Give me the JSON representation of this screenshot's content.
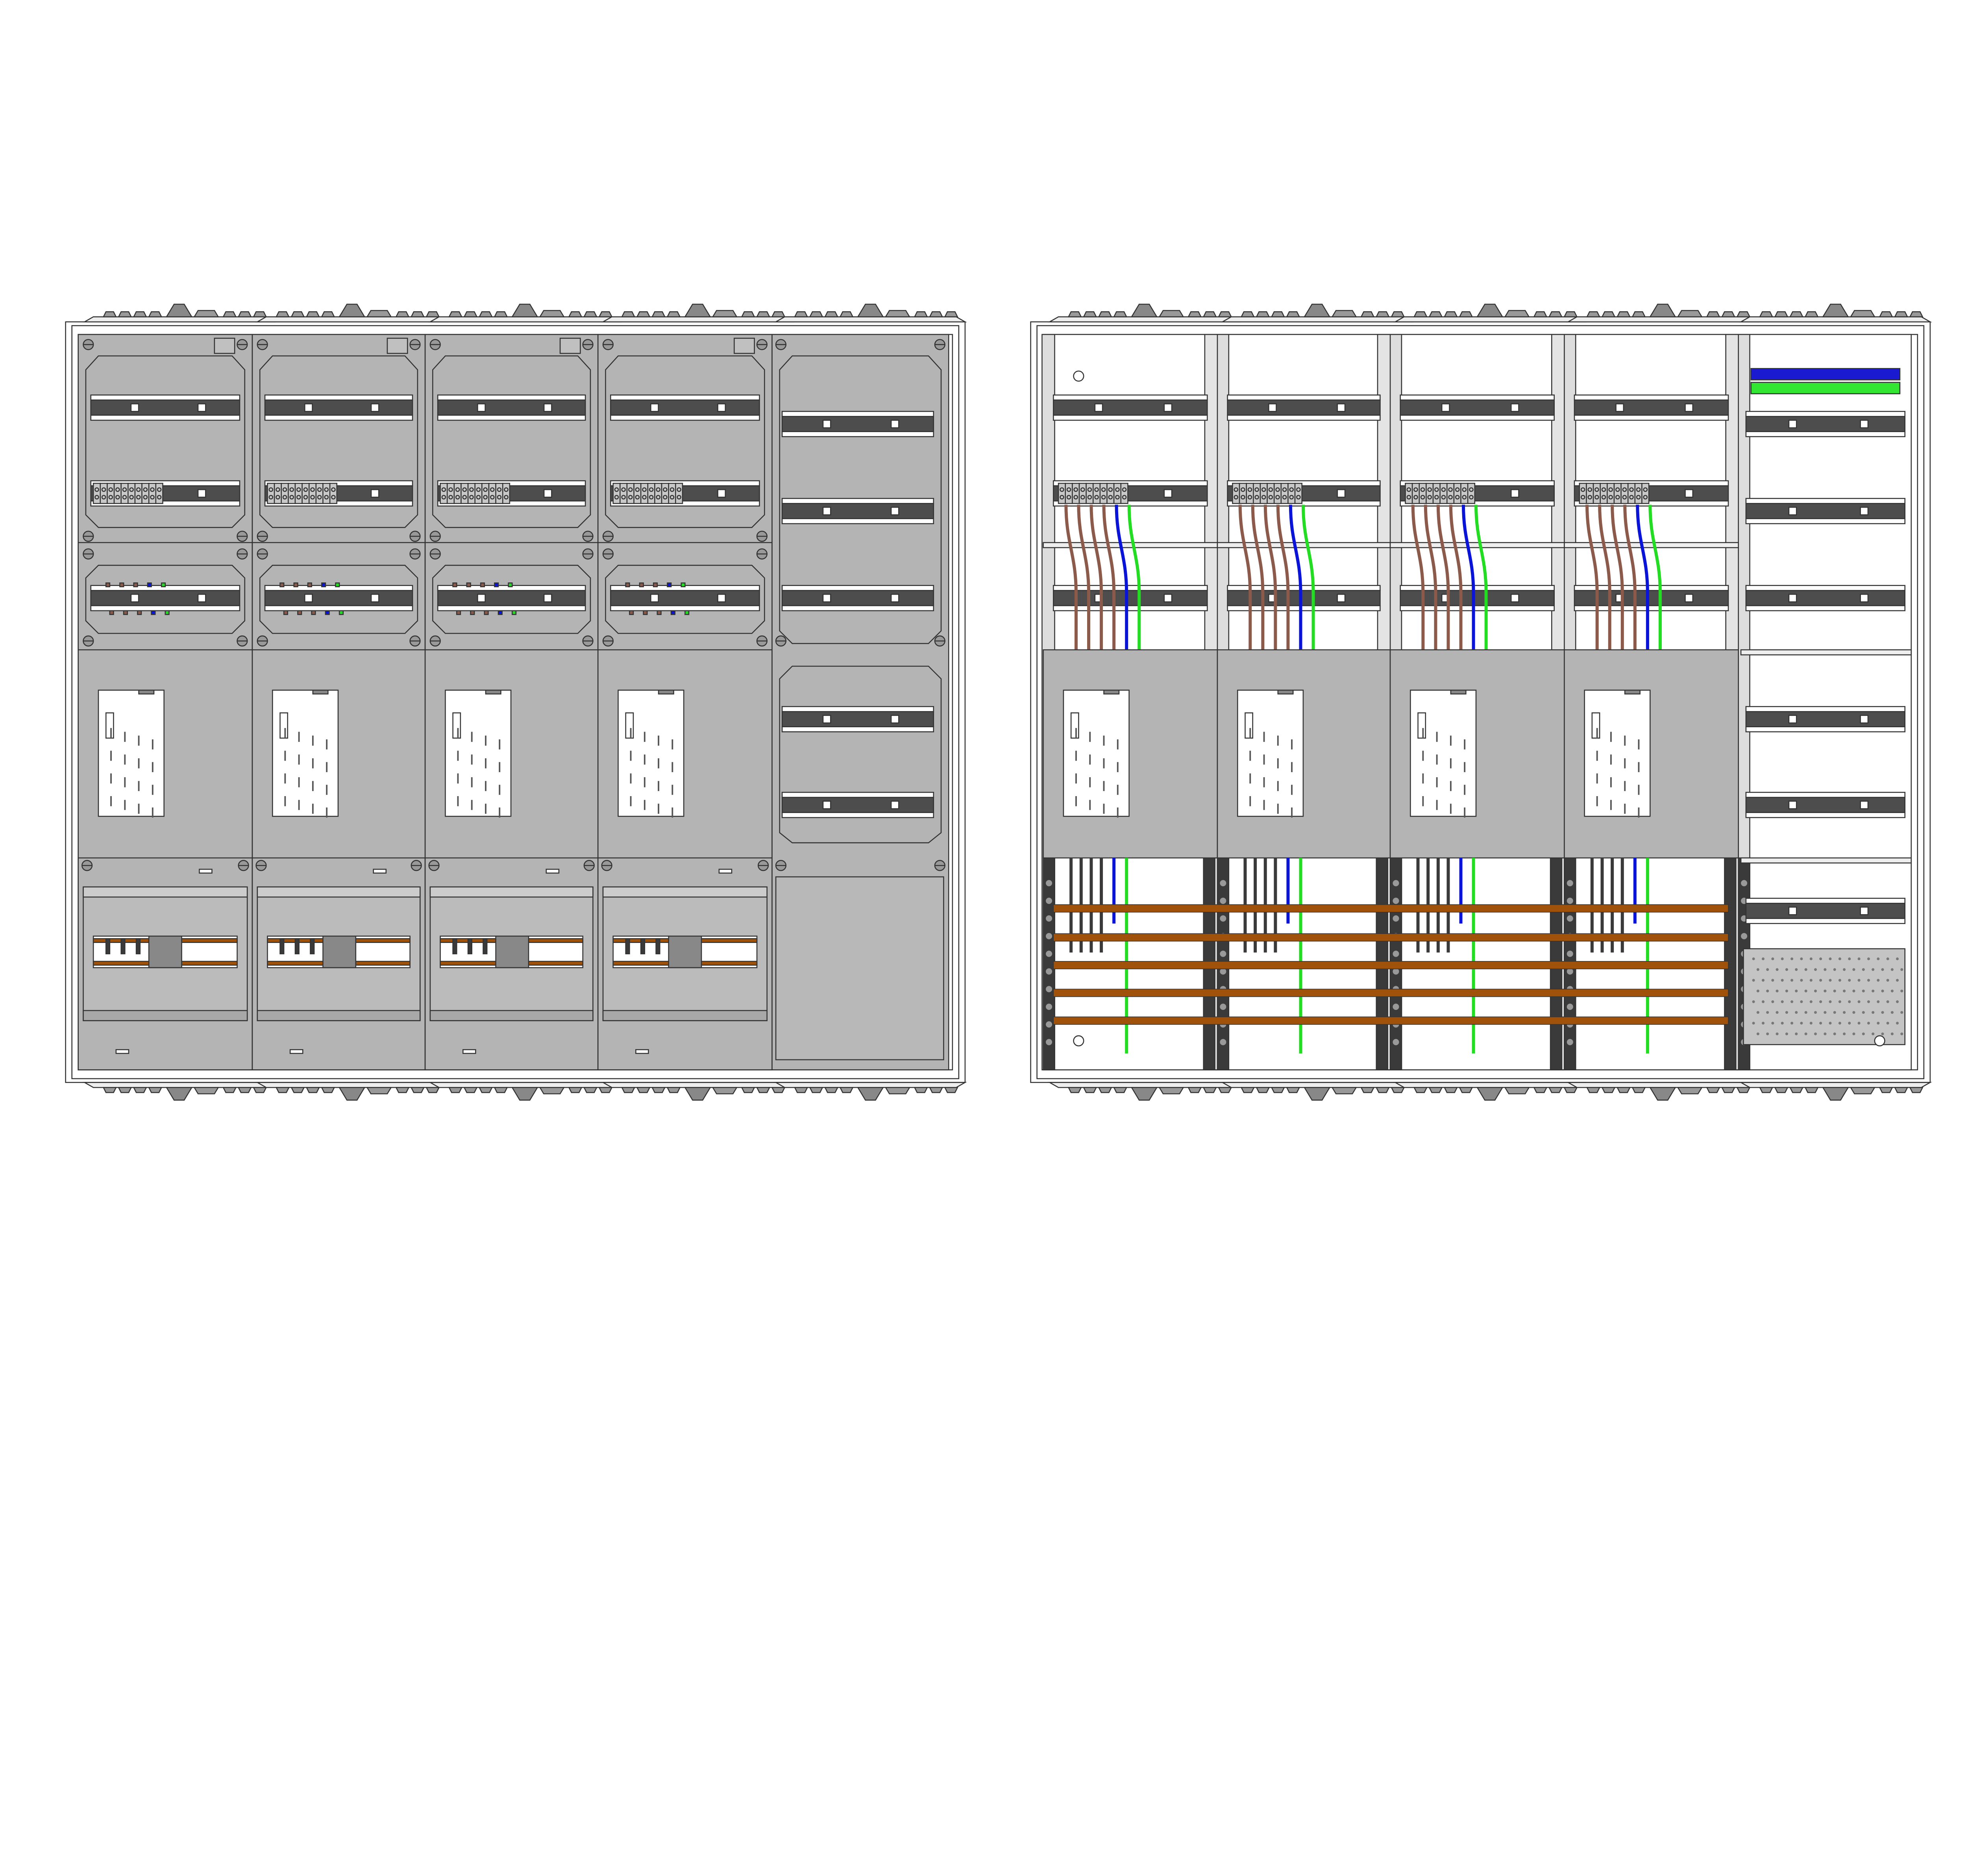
{
  "drawing": {
    "views": [
      {
        "id": "front",
        "description_label": ""
      },
      {
        "id": "interior",
        "description_label": ""
      }
    ],
    "meter_columns": 4,
    "distribution_columns": 1,
    "colors": {
      "panel": "#b4b4b4",
      "rail": "#4d4d4d",
      "frame": "#ffffff",
      "outline": "#333333",
      "wire_brown": "#8b5a4a",
      "wire_blue": "#0a14d8",
      "wire_green": "#22dd22",
      "busbar": "#a0520a",
      "post": "#3a3a3a",
      "terminal_blue": "#1a1ad0",
      "terminal_green": "#33e633"
    }
  }
}
